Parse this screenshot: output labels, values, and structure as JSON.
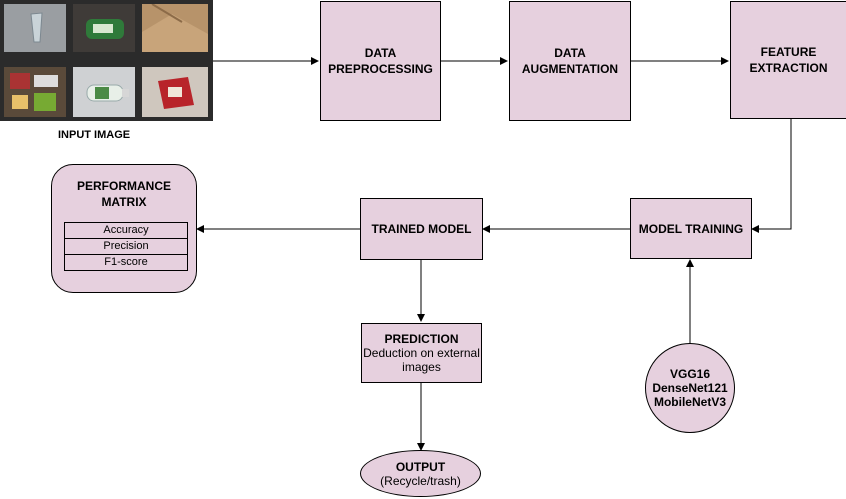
{
  "input": {
    "caption": "INPUT IMAGE"
  },
  "nodes": {
    "preprocessing": {
      "line1": "DATA",
      "line2": "PREPROCESSING"
    },
    "augmentation": {
      "line1": "DATA",
      "line2": "AUGMENTATION"
    },
    "feature": {
      "line1": "FEATURE",
      "line2": "EXTRACTION"
    },
    "training": {
      "label": "MODEL TRAINING"
    },
    "trained": {
      "label": "TRAINED MODEL"
    },
    "performance": {
      "line1": "PERFORMANCE",
      "line2": "MATRIX",
      "metrics": [
        "Accuracy",
        "Precision",
        "F1-score"
      ]
    },
    "prediction": {
      "title": "PREDICTION",
      "desc1": "Deduction on external",
      "desc2": "images"
    },
    "models": {
      "line1": "VGG16",
      "line2": "DenseNet121",
      "line3": "MobileNetV3"
    },
    "output": {
      "title": "OUTPUT",
      "desc": "(Recycle/trash)"
    }
  },
  "colors": {
    "node_fill": "#e6d0de",
    "stroke": "#000000"
  }
}
